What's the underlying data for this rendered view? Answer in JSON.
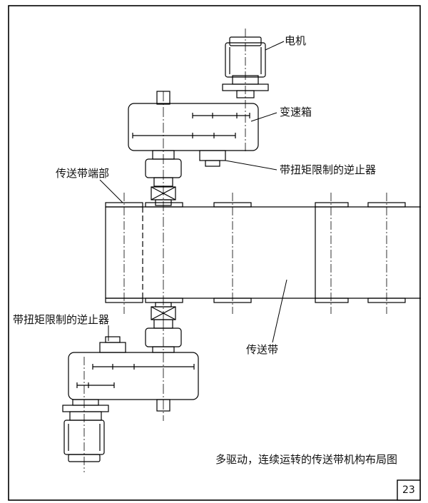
{
  "labels": {
    "motor": "电机",
    "gearbox": "变速箱",
    "backstop_top": "带扭矩限制的逆止器",
    "belt_end": "传送带端部",
    "backstop_bottom": "带扭矩限制的逆止器",
    "belt": "传送带"
  },
  "caption": "多驱动，连续运转的传送带机构布局图",
  "page_number": "23"
}
